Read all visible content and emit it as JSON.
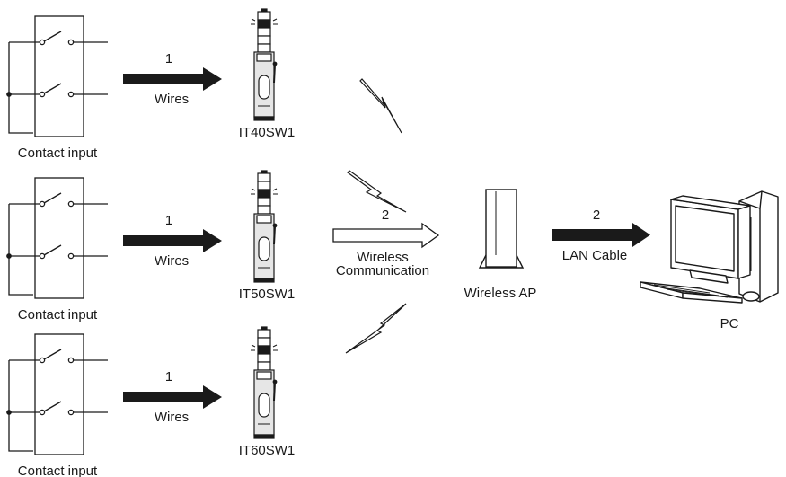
{
  "rows": [
    {
      "input_label": "Contact input",
      "step_number": "1",
      "link_label": "Wires",
      "device_model": "IT40SW1"
    },
    {
      "input_label": "Contact input",
      "step_number": "1",
      "link_label": "Wires",
      "device_model": "IT50SW1"
    },
    {
      "input_label": "Contact input",
      "step_number": "1",
      "link_label": "Wires",
      "device_model": "IT60SW1"
    }
  ],
  "wireless_link": {
    "step_number": "2",
    "label_line1": "Wireless",
    "label_line2": "Communication"
  },
  "access_point": {
    "label": "Wireless AP"
  },
  "lan_link": {
    "step_number": "2",
    "label": "LAN Cable"
  },
  "pc": {
    "label": "PC"
  },
  "colors": {
    "ink": "#1a1a1a",
    "device_fill": "#e6e6e6",
    "lamp_on": "#1a1a1a"
  }
}
